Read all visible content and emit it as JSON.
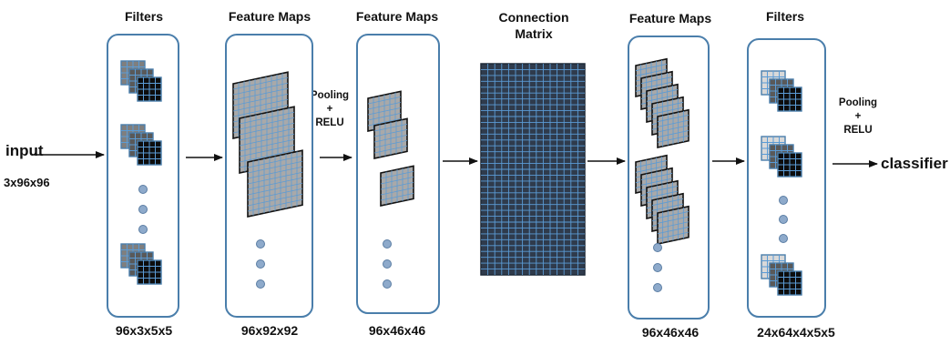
{
  "stages": [
    {
      "title": "Filters",
      "dims": "96x3x5x5"
    },
    {
      "title": "Feature Maps",
      "dims": "96x92x92"
    },
    {
      "title": "Feature Maps",
      "dims": "96x46x46"
    },
    {
      "title": "Connection Matrix",
      "dims": ""
    },
    {
      "title": "Feature Maps",
      "dims": "96x46x46"
    },
    {
      "title": "Filters",
      "dims": "24x64x4x5x5"
    }
  ],
  "input": {
    "label": "input",
    "dims": "3x96x96"
  },
  "pool1": {
    "line1": "Pooling",
    "line2": "+",
    "line3": "RELU"
  },
  "pool2": {
    "line1": "Pooling",
    "line2": "+",
    "line3": "RELU"
  },
  "output": {
    "label": "classifier"
  },
  "colors": {
    "panel_border": "#4a7eab",
    "map_fill": "#a9a9a9",
    "map_grid": "#5b9bd5",
    "matrix_fill": "#2f3b4c",
    "matrix_grid": "#5b9bd5",
    "dot_fill": "#8eaacb"
  }
}
